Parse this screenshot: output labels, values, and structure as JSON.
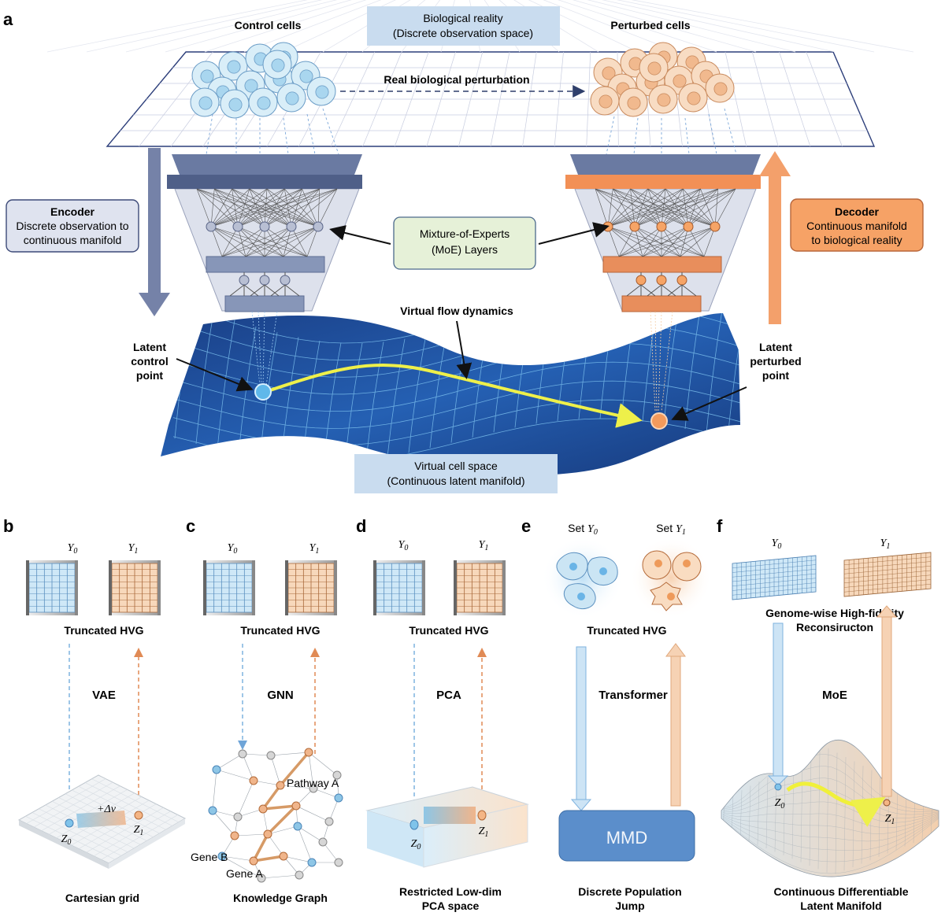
{
  "panel_a": {
    "letter": "a",
    "top_box": {
      "line1": "Biological reality",
      "line2": "(Discrete observation space)"
    },
    "control_cells": "Control cells",
    "perturbed_cells": "Perturbed cells",
    "real_perturbation": "Real biological perturbation",
    "encoder": {
      "title": "Encoder",
      "line1": "Discrete observation to",
      "line2": "continuous manifold"
    },
    "decoder": {
      "title": "Decoder",
      "line1": "Continuous manifold",
      "line2": "to biological reality"
    },
    "moe_box": {
      "line1": "Mixture-of-Experts",
      "line2": "(MoE) Layers"
    },
    "virtual_flow": "Virtual flow dynamics",
    "latent_control": {
      "line1": "Latent",
      "line2": "control",
      "line3": "point"
    },
    "latent_perturbed": {
      "line1": "Latent",
      "line2": "perturbed",
      "line3": "point"
    },
    "bottom_box": {
      "line1": "Virtual cell space",
      "line2": "(Continuous latent manifold)"
    }
  },
  "panels": {
    "b": {
      "letter": "b",
      "y0": "Y",
      "y0_sub": "0",
      "y1": "Y",
      "y1_sub": "1",
      "hvg": "Truncated HVG",
      "method": "VAE",
      "z0": "Z",
      "z0_sub": "0",
      "z1": "Z",
      "z1_sub": "1",
      "delta": "+Δv",
      "caption": "Cartesian grid"
    },
    "c": {
      "letter": "c",
      "y0": "Y",
      "y0_sub": "0",
      "y1": "Y",
      "y1_sub": "1",
      "hvg": "Truncated HVG",
      "method": "GNN",
      "pathway": "Pathway A",
      "gene_b": "Gene B",
      "gene_a": "Gene A",
      "caption": "Knowledge Graph"
    },
    "d": {
      "letter": "d",
      "y0": "Y",
      "y0_sub": "0",
      "y1": "Y",
      "y1_sub": "1",
      "hvg": "Truncated HVG",
      "method": "PCA",
      "z0": "Z",
      "z0_sub": "0",
      "z1": "Z",
      "z1_sub": "1",
      "caption_line1": "Restricted Low-dim",
      "caption_line2": "PCA space"
    },
    "e": {
      "letter": "e",
      "set0": "Set",
      "set0_var": "Y",
      "set0_sub": "0",
      "set1": "Set",
      "set1_var": "Y",
      "set1_sub": "1",
      "hvg": "Truncated HVG",
      "method": "Transformer",
      "mmd": "MMD",
      "caption_line1": "Discrete Population",
      "caption_line2": "Jump"
    },
    "f": {
      "letter": "f",
      "y0": "Y",
      "y0_sub": "0",
      "y1": "Y",
      "y1_sub": "1",
      "recon_line1": "Genome-wise High-fidelity",
      "recon_line2": "Reconsiructon",
      "method": "MoE",
      "z0": "Z",
      "z0_sub": "0",
      "z1": "Z",
      "z1_sub": "1",
      "caption_line1": "Continuous Differentiable",
      "caption_line2": "Latent Manifold"
    }
  },
  "colors": {
    "blue_cell": "#cfe8f3",
    "orange_cell": "#f6d3b0",
    "encoder_blue": "#6f7ea3",
    "decoder_orange": "#f4a46a",
    "manifold_blue": "#1d4f9a",
    "moe_green": "#e6f1d8",
    "label_blue": "#c9dcef",
    "yellow_flow": "#f2f542"
  }
}
